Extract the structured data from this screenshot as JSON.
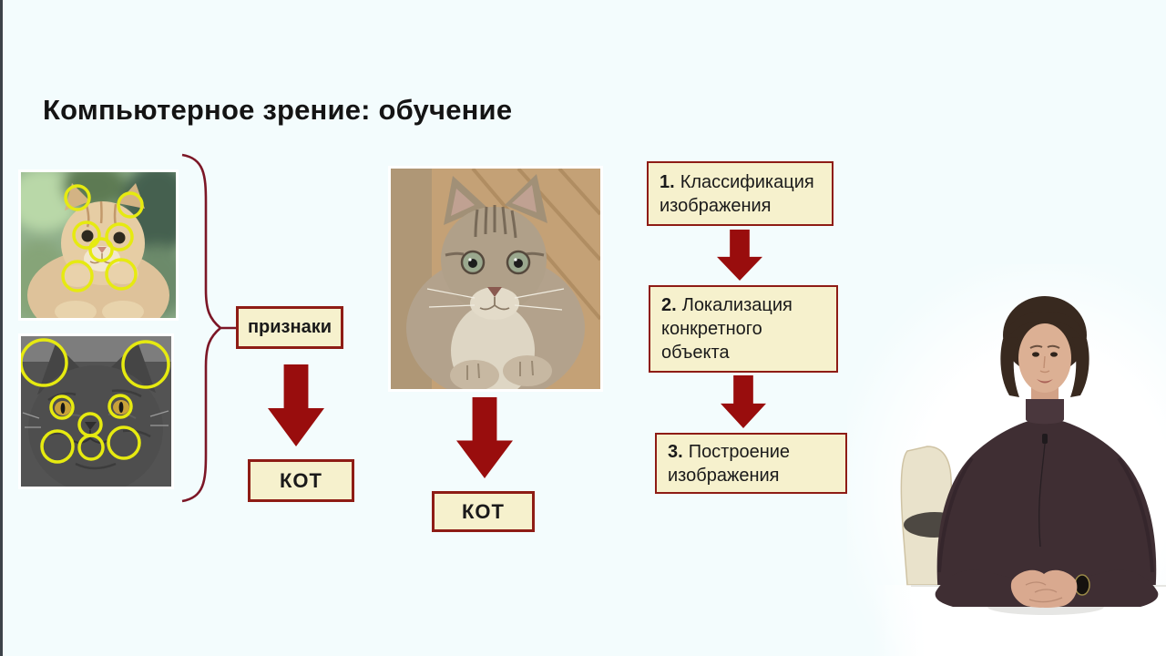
{
  "slide": {
    "title": "Компьютерное зрение: обучение",
    "colors": {
      "bg": "#f3fcfd",
      "edge": "#3d4349",
      "title": "#141414",
      "text": "#1a1a1a",
      "box_fill": "#f6f1cd",
      "box_border": "#8e1c15",
      "arrow": "#990d0d",
      "brace": "#7c1626",
      "highlight": "#e6ea10"
    }
  },
  "feature_pipeline": {
    "features_label": "признаки",
    "result_label": "КОТ"
  },
  "photo_pipeline": {
    "result_label": "КОТ"
  },
  "flow_steps": [
    {
      "number": "1.",
      "label": "Классификация изображения"
    },
    {
      "number": "2.",
      "label": "Локализация конкретного объекта"
    },
    {
      "number": "3.",
      "label": "Построение изображения"
    }
  ],
  "images": {
    "cat_features_1": "cat-photo-with-feature-circles",
    "cat_features_2": "gray-cat-photo-with-feature-circles",
    "cat_main": "tabby-cat-photo",
    "presenter": "woman-presenter-video"
  }
}
